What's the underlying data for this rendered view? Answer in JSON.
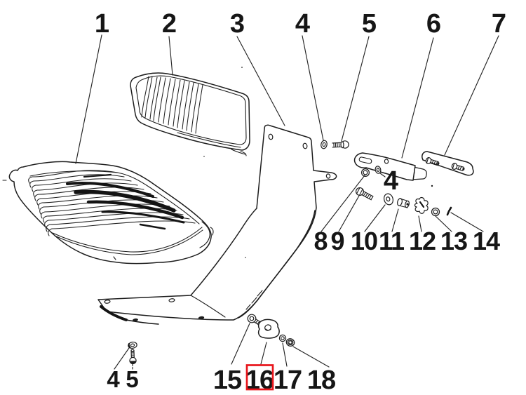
{
  "figure": {
    "background_color": "#ffffff",
    "ink_color": "#1d1d1d",
    "highlight": {
      "part": "16",
      "box_color": "#e8161c"
    }
  },
  "callouts": {
    "top": [
      "1",
      "2",
      "3",
      "4",
      "5",
      "6",
      "7"
    ],
    "middle_washer_label": "4",
    "middle": [
      "8",
      "9",
      "10",
      "11",
      "12",
      "13",
      "14"
    ],
    "bottom_left": [
      "4",
      "5"
    ],
    "bottom_right": [
      "15",
      "16",
      "17",
      "18"
    ]
  }
}
